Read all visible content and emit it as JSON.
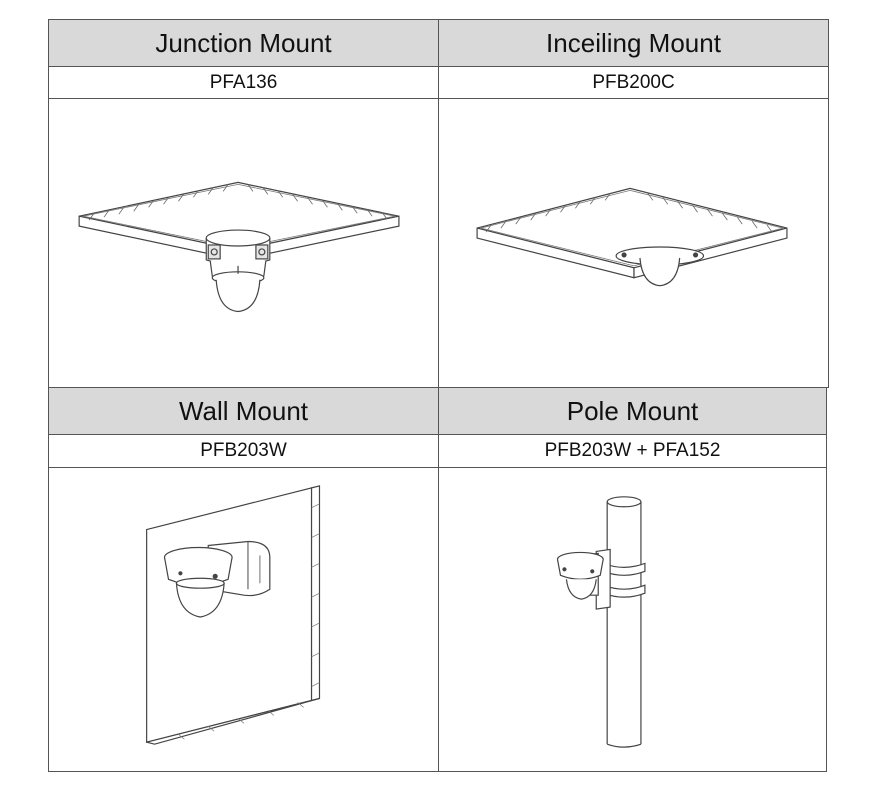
{
  "mounts": [
    {
      "title": "Junction Mount",
      "model": "PFA136",
      "illustration": "junction-mount-illustration"
    },
    {
      "title": "Inceiling Mount",
      "model": "PFB200C",
      "illustration": "inceiling-mount-illustration"
    },
    {
      "title": "Wall Mount",
      "model": "PFB203W",
      "illustration": "wall-mount-illustration"
    },
    {
      "title": "Pole Mount",
      "model": "PFB203W + PFA152",
      "illustration": "pole-mount-illustration"
    }
  ]
}
